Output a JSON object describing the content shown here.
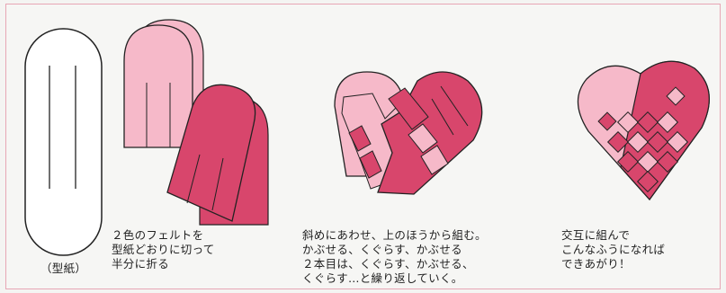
{
  "colors": {
    "light_pink": "#f6b9c9",
    "dark_pink": "#d8466c",
    "outline": "#222222",
    "border": "#e7a6b5"
  },
  "steps": [
    {
      "caption": "（型紙）"
    },
    {
      "caption_lines": [
        "２色のフェルトを",
        "型紙どおりに切って",
        "半分に折る"
      ]
    },
    {
      "caption_lines": [
        "斜めにあわせ、上のほうから組む。",
        "かぶせる、くぐらす、かぶせる",
        "２本目は、くぐらす、かぶせる、",
        "くぐらす…と繰り返していく。"
      ]
    },
    {
      "caption_lines": [
        "交互に組んで",
        "こんなふうになれば",
        "できあがり！"
      ]
    }
  ]
}
